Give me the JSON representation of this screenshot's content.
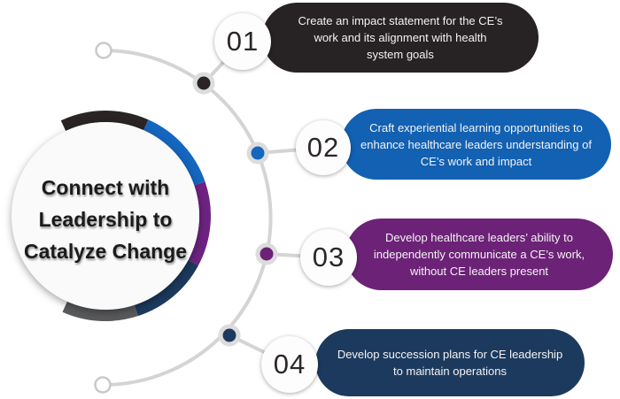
{
  "center": {
    "title": "Connect with\nLeadership to\nCatalyze Change"
  },
  "items": [
    {
      "number": "01",
      "text": "Create an impact statement for the CE’s\nwork and its alignment with health\nsystem goals",
      "color": "#272223",
      "dot_color": "#2a2425"
    },
    {
      "number": "02",
      "text": "Craft experiential learning opportunities to\nenhance healthcare leaders understanding of\nCE’s work and impact",
      "color": "#1261b2",
      "dot_color": "#1566bf"
    },
    {
      "number": "03",
      "text": "Develop healthcare leaders’ ability to\nindependently communicate a CE’s work,\nwithout CE leaders present",
      "color": "#6c2277",
      "dot_color": "#6c2277"
    },
    {
      "number": "04",
      "text": "Develop succession plans for CE leadership\nto maintain operations",
      "color": "#1c3a5d",
      "dot_color": "#1c3a5d"
    }
  ],
  "ring": [
    {
      "name": "arc-black",
      "color": "#2a2425"
    },
    {
      "name": "arc-blue",
      "color": "#1566bf"
    },
    {
      "name": "arc-purple",
      "color": "#6e2380"
    },
    {
      "name": "arc-navy",
      "color": "#1c3a5d"
    },
    {
      "name": "arc-gray",
      "color": "#595a5c"
    }
  ]
}
